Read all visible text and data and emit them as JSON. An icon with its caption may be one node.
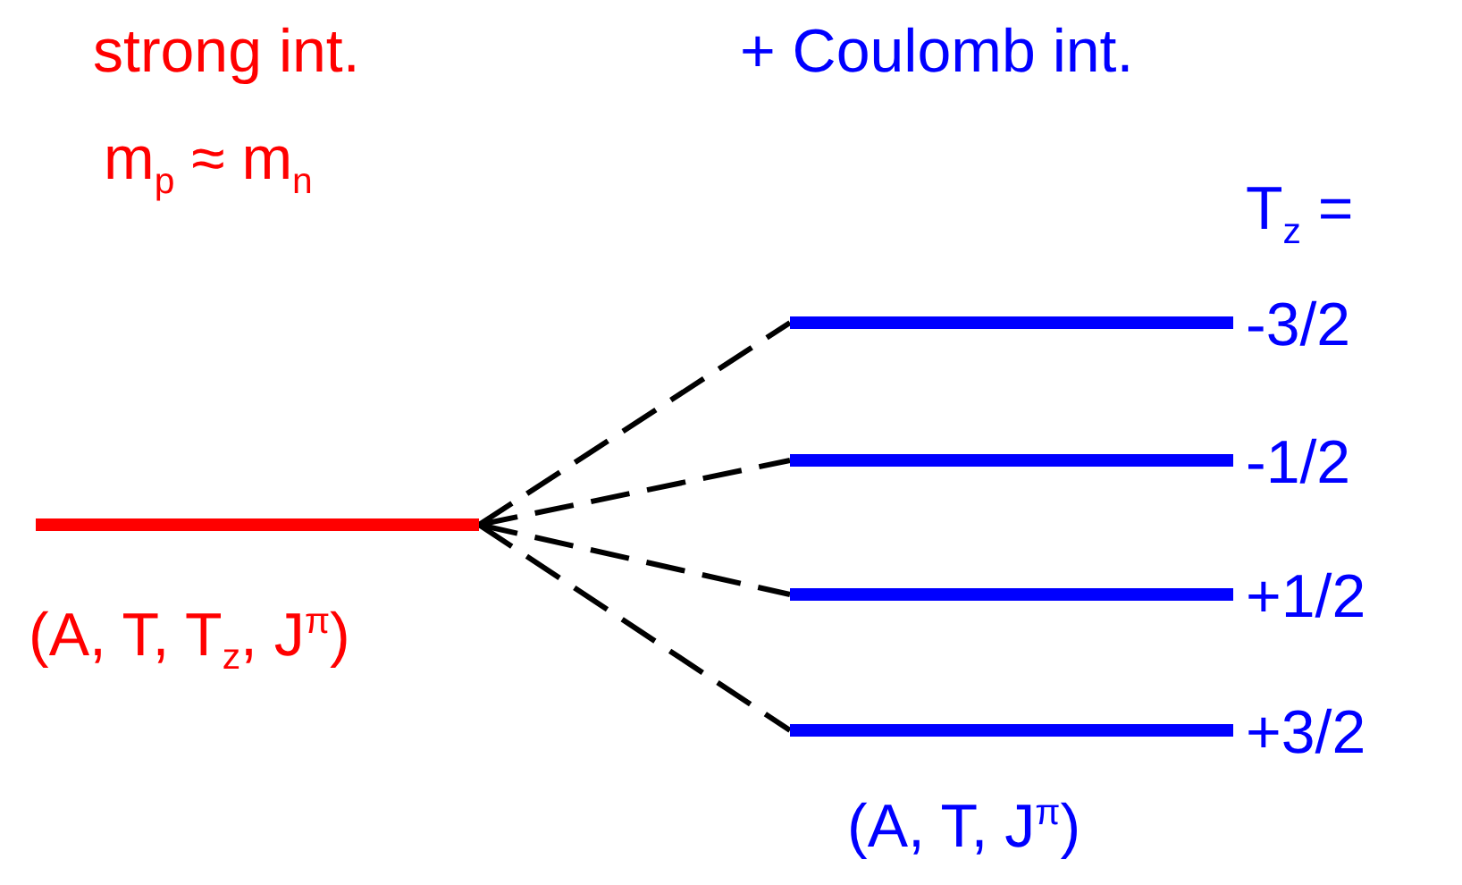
{
  "diagram": {
    "nodes": [
      {
        "text": [],
        "shape": "bar",
        "beside": [
          "(A, T, T$_{z}$, J$^{π}$)"
        ]
      },
      {
        "text": [],
        "shape": "bar",
        "beside": [
          "-3/2"
        ]
      },
      {
        "text": [],
        "shape": "bar",
        "beside": [
          "-1/2"
        ]
      },
      {
        "text": [],
        "shape": "bar",
        "beside": [
          "+1/2"
        ]
      },
      {
        "text": [],
        "shape": "bar",
        "beside": [
          "+3/2"
        ]
      }
    ],
    "edges": [
      {
        "from": 0,
        "to": 1,
        "arrow": "none",
        "style": "dashed"
      },
      {
        "from": 0,
        "to": 2,
        "arrow": "none",
        "style": "dashed"
      },
      {
        "from": 0,
        "to": 3,
        "arrow": "none",
        "style": "dashed"
      },
      {
        "from": 0,
        "to": 4,
        "arrow": "none",
        "style": "dashed"
      }
    ],
    "labels": [
      "strong int.",
      "+ Coulomb int.",
      "m$_{p}$ ≈ m$_{n}$",
      "T$_{z}$ =",
      "(A, T, J$^{π}$)"
    ]
  }
}
